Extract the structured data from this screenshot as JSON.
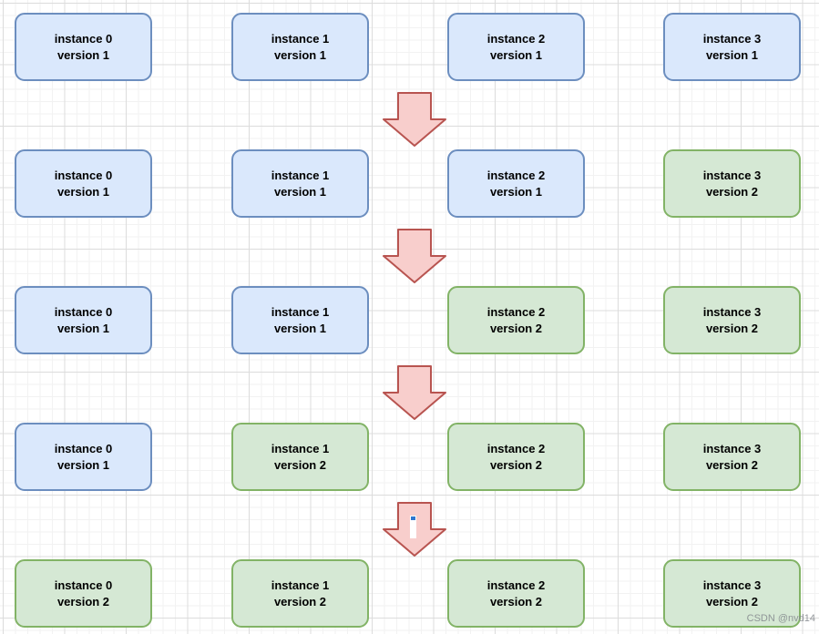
{
  "watermark": "CSDN @nvd14",
  "colors": {
    "box_blue_fill": "#dae8fc",
    "box_blue_border": "#6c8ebf",
    "box_green_fill": "#d5e8d4",
    "box_green_border": "#82b366",
    "arrow_fill": "#f8cecc",
    "arrow_border": "#b85450",
    "grid_minor": "#f2f2f2",
    "grid_major": "#dcdcdc"
  },
  "diagram": {
    "rows": [
      {
        "boxes": [
          {
            "line1": "instance 0",
            "line2": "version 1",
            "variant": "blue"
          },
          {
            "line1": "instance 1",
            "line2": "version 1",
            "variant": "blue"
          },
          {
            "line1": "instance 2",
            "line2": "version 1",
            "variant": "blue"
          },
          {
            "line1": "instance 3",
            "line2": "version 1",
            "variant": "blue"
          }
        ]
      },
      {
        "boxes": [
          {
            "line1": "instance 0",
            "line2": "version 1",
            "variant": "blue"
          },
          {
            "line1": "instance 1",
            "line2": "version 1",
            "variant": "blue"
          },
          {
            "line1": "instance 2",
            "line2": "version 1",
            "variant": "blue"
          },
          {
            "line1": "instance 3",
            "line2": "version 2",
            "variant": "green"
          }
        ]
      },
      {
        "boxes": [
          {
            "line1": "instance 0",
            "line2": "version 1",
            "variant": "blue"
          },
          {
            "line1": "instance 1",
            "line2": "version 1",
            "variant": "blue"
          },
          {
            "line1": "instance 2",
            "line2": "version 2",
            "variant": "green"
          },
          {
            "line1": "instance 3",
            "line2": "version 2",
            "variant": "green"
          }
        ]
      },
      {
        "boxes": [
          {
            "line1": "instance 0",
            "line2": "version 1",
            "variant": "blue"
          },
          {
            "line1": "instance 1",
            "line2": "version 2",
            "variant": "green"
          },
          {
            "line1": "instance 2",
            "line2": "version 2",
            "variant": "green"
          },
          {
            "line1": "instance 3",
            "line2": "version 2",
            "variant": "green"
          }
        ]
      },
      {
        "boxes": [
          {
            "line1": "instance 0",
            "line2": "version 2",
            "variant": "green"
          },
          {
            "line1": "instance 1",
            "line2": "version 2",
            "variant": "green"
          },
          {
            "line1": "instance 2",
            "line2": "version 2",
            "variant": "green"
          },
          {
            "line1": "instance 3",
            "line2": "version 2",
            "variant": "green"
          }
        ]
      }
    ]
  }
}
